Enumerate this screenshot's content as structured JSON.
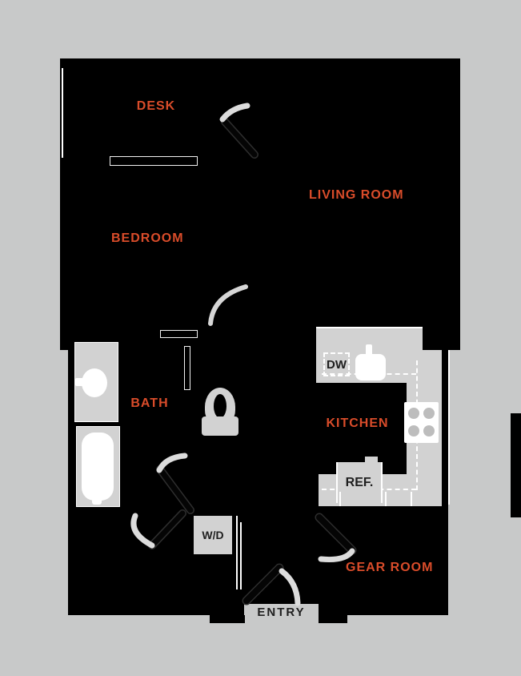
{
  "labels": {
    "desk": "DESK",
    "living_room": "LIVING ROOM",
    "bedroom": "BEDROOM",
    "bath": "BATH",
    "kitchen": "KITCHEN",
    "gear_room": "GEAR ROOM",
    "dishwasher": "DW",
    "refrigerator": "REF.",
    "washer_dryer": "W/D",
    "entry": "ENTRY"
  },
  "colors": {
    "background": "#c8c9c9",
    "plan_fill": "#000000",
    "fixture_gray": "#d2d2d2",
    "label_orange": "#d94c2a",
    "label_dark": "#1f1f1f",
    "detail_white": "#ffffff"
  }
}
